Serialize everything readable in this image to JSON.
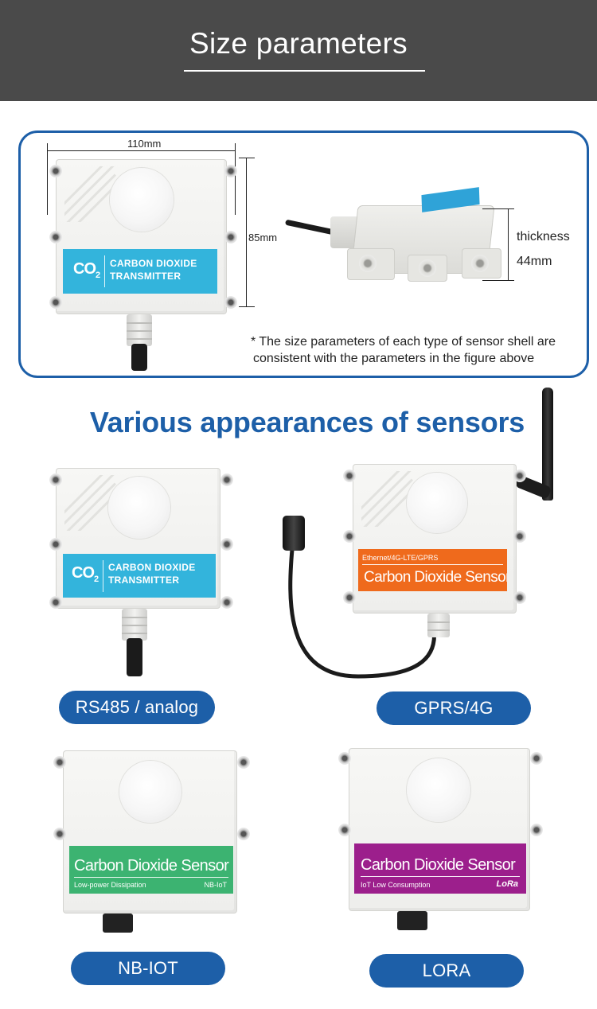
{
  "header": {
    "title": "Size parameters"
  },
  "size_panel": {
    "width_label": "110mm",
    "height_label": "85mm",
    "thickness_label": "thickness",
    "thickness_value": "44mm",
    "note_line1": "* The size parameters of each type of sensor shell are",
    "note_line2": "consistent with the parameters in the figure above",
    "front_plate": {
      "co2": "CO",
      "co2_sub": "2",
      "line1": "CARBON DIOXIDE",
      "line2": "TRANSMITTER",
      "color": "#33b4dc"
    }
  },
  "section_title": "Various appearances of sensors",
  "variants": [
    {
      "badge": "RS485 / analog",
      "plate": {
        "co2": "CO",
        "co2_sub": "2",
        "line1": "CARBON DIOXIDE",
        "line2": "TRANSMITTER"
      },
      "color": "#33b4dc"
    },
    {
      "badge": "GPRS/4G",
      "plate": {
        "small_top": "Ethernet/4G-LTE/GPRS",
        "title": "Carbon Dioxide Sensor"
      },
      "color": "#ef6a1c"
    },
    {
      "badge": "NB-IOT",
      "plate": {
        "title": "Carbon Dioxide Sensor",
        "sub_left": "Low-power Dissipation",
        "sub_right": "NB-IoT"
      },
      "color": "#3cb371"
    },
    {
      "badge": "LORA",
      "plate": {
        "title": "Carbon Dioxide Sensor",
        "sub_left": "IoT Low Consumption",
        "sub_right": "LoRa"
      },
      "color": "#9c1f8c"
    }
  ],
  "colors": {
    "header_bg": "#4a4a4a",
    "accent_blue": "#1d5fa8"
  }
}
